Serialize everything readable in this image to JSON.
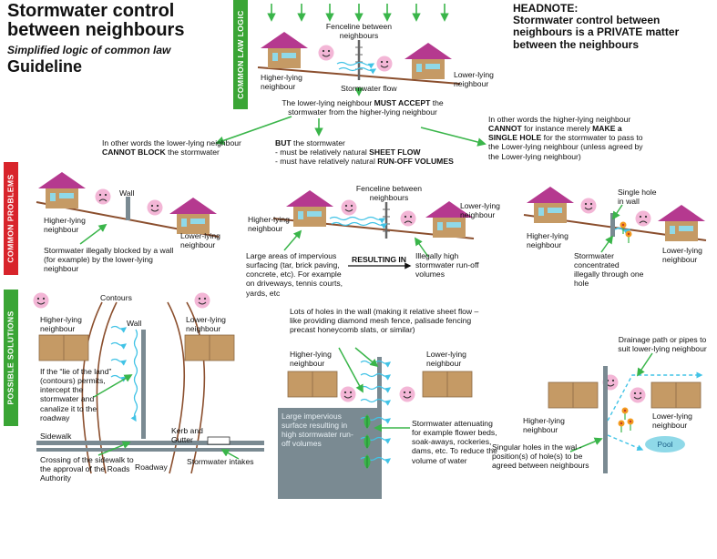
{
  "title_line1": "Stormwater control",
  "title_line2": "between neighbours",
  "subtitle": "Simplified logic of common law",
  "guideline": "Guideline",
  "headnote": {
    "label": "HEADNOTE:",
    "text": "Stormwater control between neighbours is a PRIVATE matter between the neighbours"
  },
  "sections": {
    "law": "COMMON LAW LOGIC",
    "problems": "COMMON PROBLEMS",
    "solutions": "POSSIBLE SOLUTIONS"
  },
  "logic": {
    "fenceline": "Fenceline between neighbours",
    "higher": "Higher-lying neighbour",
    "lower": "Lower-lying neighbour",
    "flow": "Stormwater flow",
    "accept_pre": "The lower-lying neighbour ",
    "accept_strong": "MUST ACCEPT",
    "accept_post": " the stormwater from the higher-lying neighbour",
    "block_pre": "In other words the lower-lying neighbour ",
    "block_strong": "CANNOT BLOCK",
    "block_post": " the stormwater",
    "but": "BUT",
    "but_post": " the stormwater",
    "sheet_pre": "- must be relatively natural ",
    "sheet_strong": "SHEET FLOW",
    "runoff_pre": "- must have relatively natural ",
    "runoff_strong": "RUN-OFF VOLUMES",
    "hole_pre": "In other words the higher-lying neighbour ",
    "hole_strong1": "CANNOT",
    "hole_mid": " for instance merely ",
    "hole_strong2": "MAKE a SINGLE HOLE",
    "hole_post": " for the stormwater to pass to the Lower-lying neighbour (unless agreed by the Lower-lying neighbour)"
  },
  "problems": {
    "wall": "Wall",
    "higher": "Higher-lying neighbour",
    "lower": "Lower-lying neighbour",
    "blocked": "Stormwater illegally blocked by a wall (for example) by the lower-lying neighbour",
    "fenceline": "Fenceline between neighbours",
    "impervious": "Large areas of impervious surfacing (tar, brick paving, concrete, etc). For example on driveways, tennis courts, yards, etc",
    "resulting": "RESULTING IN",
    "high_volumes": "Illegally high stormwater run-off volumes",
    "single_hole": "Single hole in wall",
    "concentrated": "Stormwater concentrated illegally through one hole"
  },
  "solutions": {
    "contours": "Contours",
    "higher": "Higher-lying neighbour",
    "lower": "Lower-lying neighbour",
    "wall": "Wall",
    "lie": "If the “lie of the land” (contours) permits, intercept the stormwater and canalize it to the roadway",
    "sidewalk": "Sidewalk",
    "kerb": "Kerb and Gutter",
    "crossing": "Crossing of the sidewalk to the approval of the Roads Authority",
    "roadway": "Roadway",
    "intakes": "Stormwater intakes",
    "holes": "Lots of holes in the wall (making it relative sheet flow – like providing diamond mesh fence, palisade fencing precast honeycomb slats, or similar)",
    "impervious": "Large impervious surface resulting in high stormwater run-off volumes",
    "attenuating": "Stormwater attenuating for example flower beds, soak-aways, rockeries, dams, etc. To reduce the volume of water",
    "drainage": "Drainage path or pipes to suit lower-lying neighbour",
    "singular": "Singular holes in the wal - position(s) of hole(s) to be agreed between neighbours",
    "pool": "Pool"
  },
  "colors": {
    "band_green": "#3aa535",
    "band_red": "#d8242b",
    "arrow_green": "#3ab54a",
    "roof": "#b5398f",
    "wall": "#c59a65",
    "water": "#41c3e6",
    "ground": "#8b4f2e",
    "concrete": "#7a8a92",
    "face": "#f3b6d6",
    "flower": "#f49b1f"
  }
}
